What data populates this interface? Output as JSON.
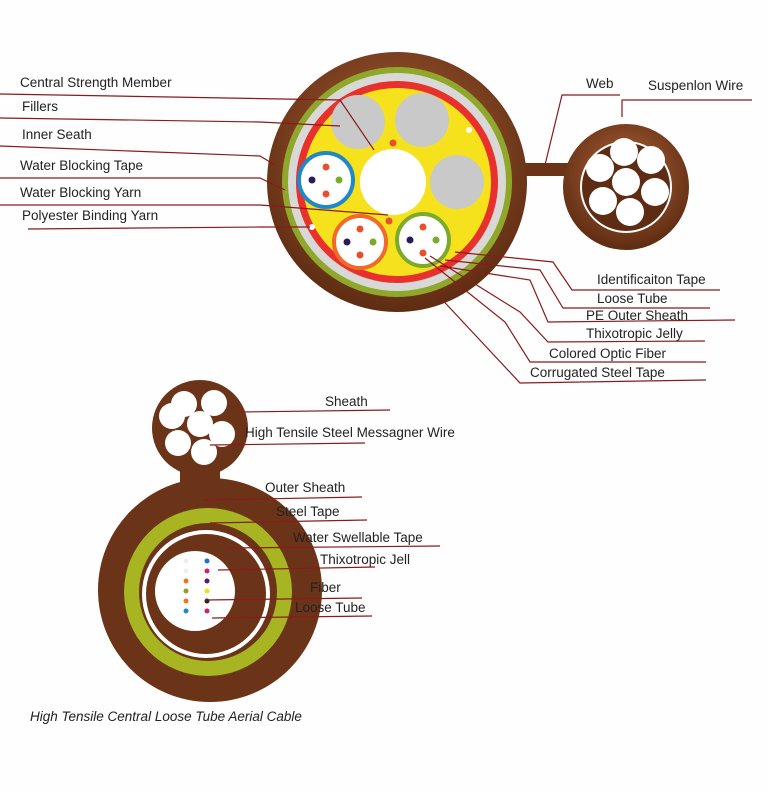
{
  "top_diagram": {
    "left_labels": [
      "Central Strength Member",
      "Fillers",
      "Inner Seath",
      "Water Blocking Tape",
      "Water Blocking Yarn",
      "Polyester Binding Yarn"
    ],
    "top_labels": [
      "Web",
      "Suspenlon Wire"
    ],
    "right_labels": [
      "Identificaiton Tape",
      "Loose Tube",
      "PE Outer Sheath",
      "Thixotropic Jelly",
      "Colored Optic Fiber",
      "Corrugated Steel Tape"
    ]
  },
  "bottom_diagram": {
    "labels": [
      "Sheath",
      "High Tensile Steel Messagner Wire",
      "Outer Sheath",
      "Steel Tape",
      "Water Swellable Tape",
      "Thixotropic Jell",
      "Fiber",
      "Loose Tube"
    ],
    "caption": "High Tensile Central Loose Tube Aerial Cable"
  },
  "colors": {
    "sheath": "#6b3418",
    "steel": "#8fa72a",
    "jelly": "#f6e21c",
    "red": "#e8312c",
    "leader": "#8b1a1a"
  }
}
